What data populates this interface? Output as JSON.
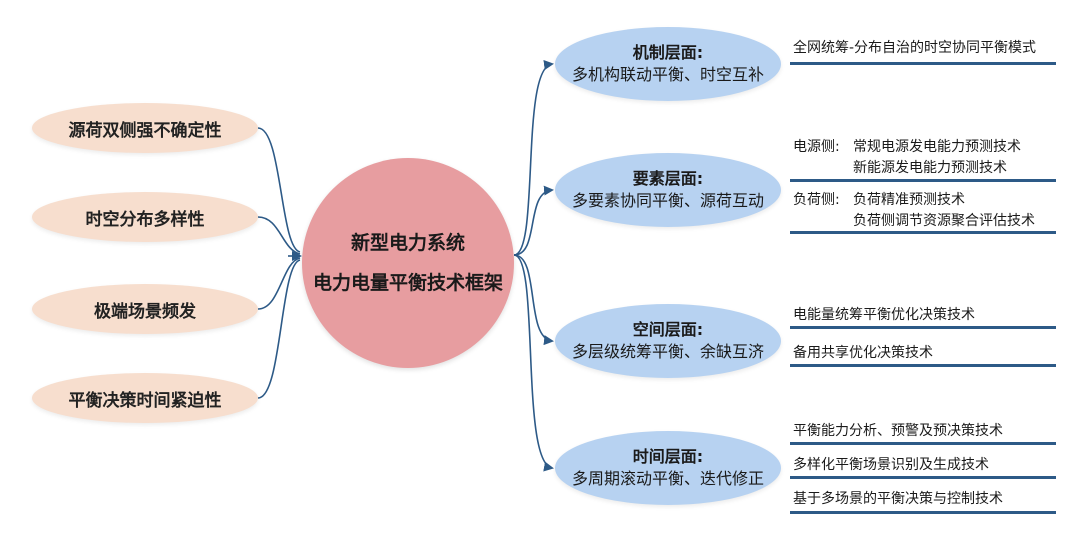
{
  "center": {
    "line1": "新型电力系统",
    "line2": "电力电量平衡技术框架"
  },
  "challenges": [
    "源荷双侧强不确定性",
    "时空分布多样性",
    "极端场景频发",
    "平衡决策时间紧迫性"
  ],
  "layers": [
    {
      "title": "机制层面:",
      "subtitle": "多机构联动平衡、时空互补"
    },
    {
      "title": "要素层面:",
      "subtitle": "多要素协同平衡、源荷互动"
    },
    {
      "title": "空间层面:",
      "subtitle": "多层级统筹平衡、余缺互济"
    },
    {
      "title": "时间层面:",
      "subtitle": "多周期滚动平衡、迭代修正"
    }
  ],
  "techniques": {
    "mechanism": [
      "全网统筹-分布自治的时空协同平衡模式"
    ],
    "element": {
      "source_label": "电源侧:",
      "source_items": [
        "常规电源发电能力预测技术",
        "新能源发电能力预测技术"
      ],
      "load_label": "负荷侧:",
      "load_items": [
        "负荷精准预测技术",
        "负荷侧调节资源聚合评估技术"
      ]
    },
    "space": [
      "电能量统筹平衡优化决策技术",
      "备用共享优化决策技术"
    ],
    "time": [
      "平衡能力分析、预警及预决策技术",
      "多样化平衡场景识别及生成技术",
      "基于多场景的平衡决策与控制技术"
    ]
  },
  "colors": {
    "left_node": "#f7dece",
    "center_node": "#e79da0",
    "layer_node": "#b7d2f1",
    "connector": "#2d5a87",
    "underline": "#2d5a87"
  }
}
